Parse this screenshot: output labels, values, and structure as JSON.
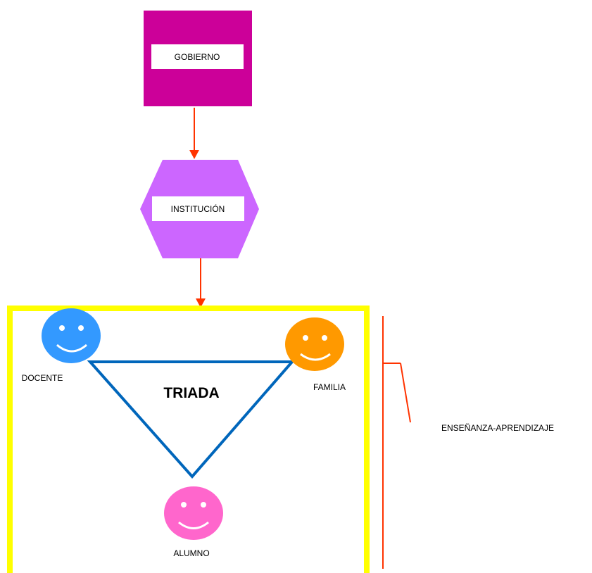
{
  "nodes": {
    "gobierno": {
      "label": "GOBIERNO",
      "color": "#cc0099"
    },
    "institucion": {
      "label": "INSTITUCIÓN",
      "color": "#cc66ff"
    },
    "triad_title": "TRIADA",
    "docente": {
      "label": "DOCENTE",
      "color": "#3399ff"
    },
    "familia": {
      "label": "FAMILIA",
      "color": "#ff9900"
    },
    "alumno": {
      "label": "ALUMNO",
      "color": "#ff66cc"
    }
  },
  "annotation": {
    "label": "ENSEÑANZA-APRENDIZAJE"
  },
  "colors": {
    "arrow": "#ff3300",
    "triangle": "#0066bb",
    "frame": "#ffff00",
    "bracket": "#ff3300"
  }
}
